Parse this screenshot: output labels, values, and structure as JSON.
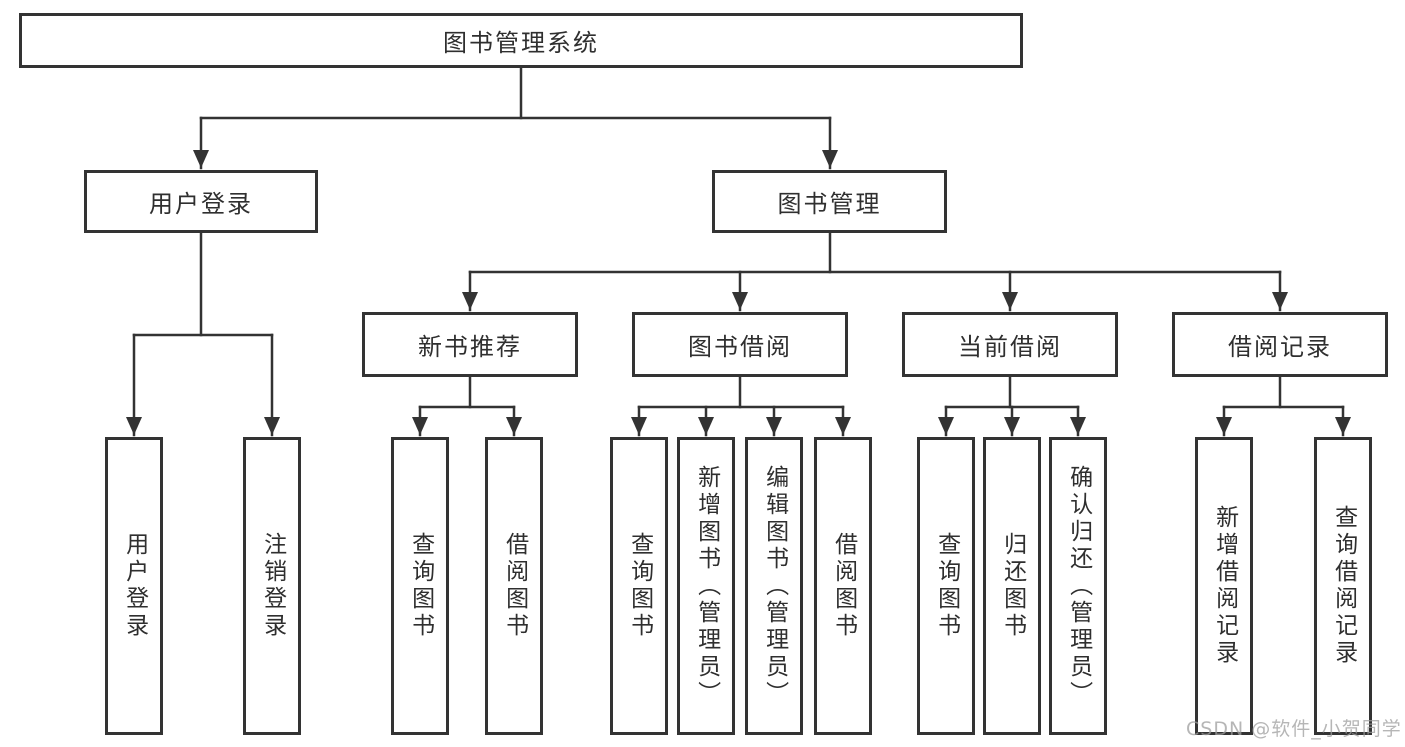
{
  "watermark": "CSDN @软件_小贺同学",
  "colors": {
    "line": "#333333",
    "box_border": "#333333",
    "box_fill": "#ffffff",
    "text": "#2f2f2f",
    "watermark": "#9e9e9e"
  },
  "tree": {
    "label": "图书管理系统",
    "children": [
      {
        "label": "用户登录",
        "children": [
          {
            "label": "用户登录"
          },
          {
            "label": "注销登录"
          }
        ]
      },
      {
        "label": "图书管理",
        "children": [
          {
            "label": "新书推荐",
            "children": [
              {
                "label": "查询图书"
              },
              {
                "label": "借阅图书"
              }
            ]
          },
          {
            "label": "图书借阅",
            "children": [
              {
                "label": "查询图书"
              },
              {
                "label": "新增图书（管理员）"
              },
              {
                "label": "编辑图书（管理员）"
              },
              {
                "label": "借阅图书"
              }
            ]
          },
          {
            "label": "当前借阅",
            "children": [
              {
                "label": "查询图书"
              },
              {
                "label": "归还图书"
              },
              {
                "label": "确认归还（管理员）"
              }
            ]
          },
          {
            "label": "借阅记录",
            "children": [
              {
                "label": "新增借阅记录"
              },
              {
                "label": "查询借阅记录"
              }
            ]
          }
        ]
      }
    ]
  }
}
